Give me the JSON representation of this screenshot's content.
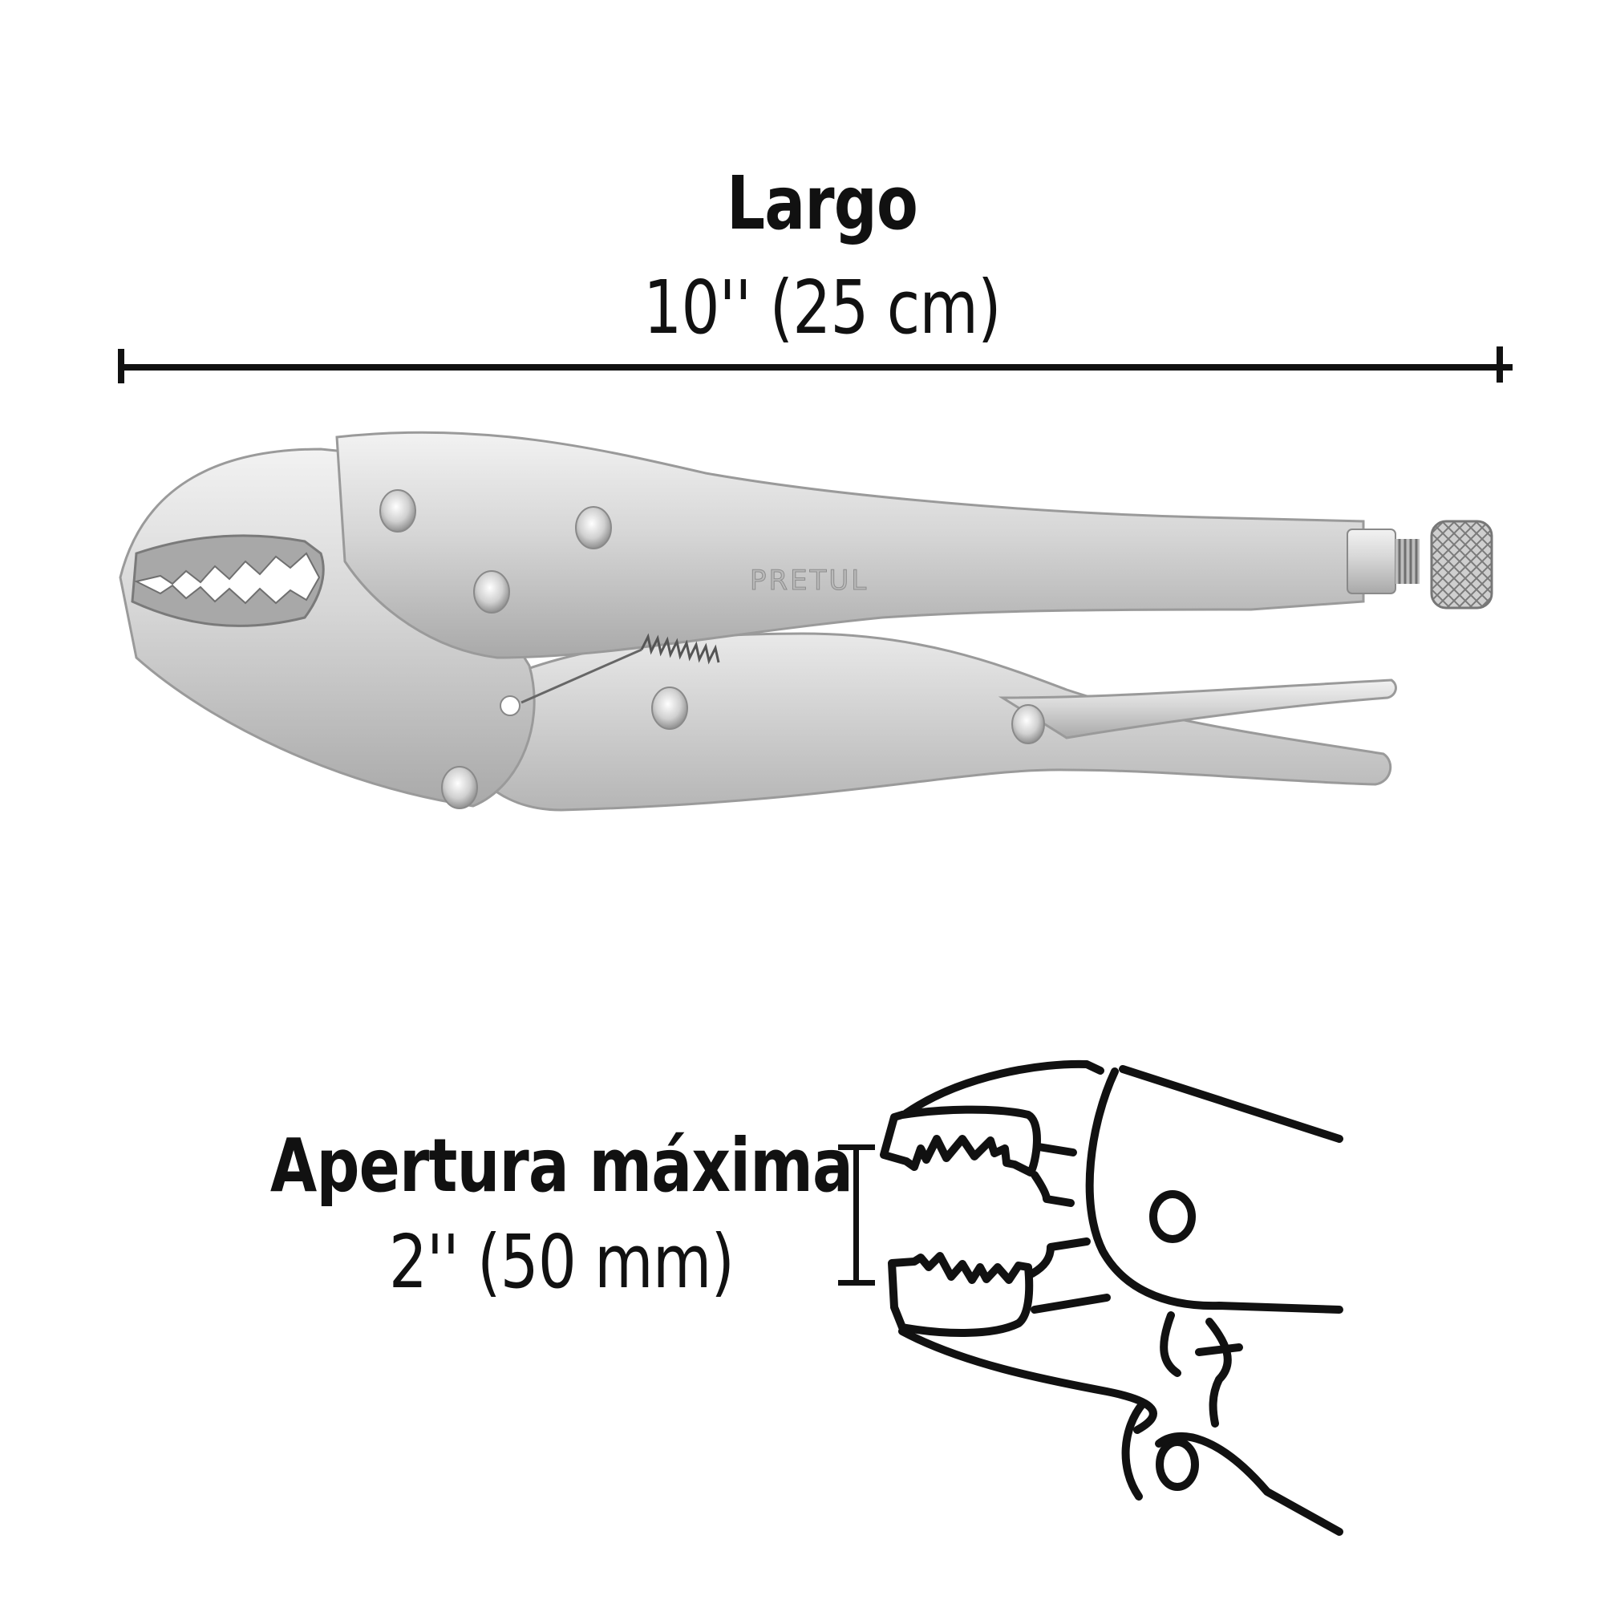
{
  "length_dimension": {
    "title": "Largo",
    "value": "10'' (25 cm)"
  },
  "opening_dimension": {
    "title": "Apertura máxima",
    "value": "2'' (50 mm)"
  },
  "product": {
    "brand_engraving": "PRETUL",
    "type": "locking-pliers-curved-jaw"
  },
  "colors": {
    "text": "#111111",
    "line": "#111111",
    "metal_light": "#e6e6e6",
    "metal_mid": "#c4c4c4",
    "metal_dark": "#8a8a8a",
    "background": "#ffffff"
  }
}
